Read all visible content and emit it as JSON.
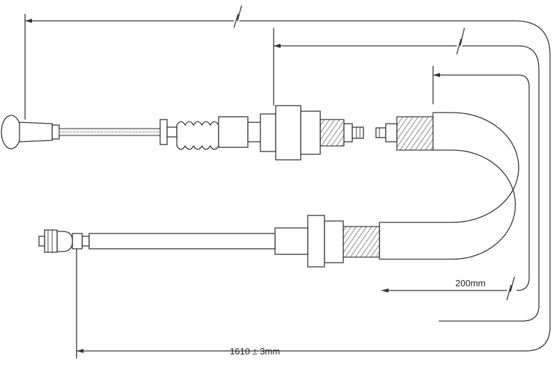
{
  "diagram": {
    "dimensions": [
      {
        "id": "short",
        "label": "200mm"
      },
      {
        "id": "overall",
        "label": "1610 ± 3mm"
      }
    ]
  }
}
